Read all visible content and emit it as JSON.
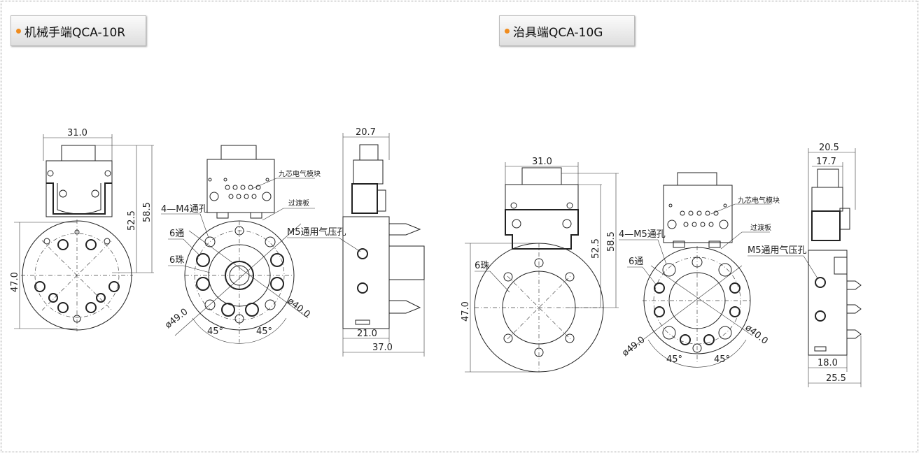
{
  "robot_side": {
    "title": "机械手端QCA-10R",
    "dims": {
      "width_top": "31.0",
      "h1": "52.5",
      "h2": "58.5",
      "dia_h": "47.0",
      "side_top": "20.7",
      "side_b1": "21.0",
      "side_b2": "37.0",
      "d49": "ø49.0",
      "d40": "ø40.0",
      "a1": "45°",
      "a2": "45°"
    },
    "labels": {
      "module": "九芯电气模块",
      "plate": "过渡板",
      "holes": "4—M4通孔",
      "ports": "6通",
      "balls": "6珠",
      "air": "M5通用气压孔"
    }
  },
  "tool_side": {
    "title": "治具端QCA-10G",
    "dims": {
      "width_top": "31.0",
      "h1": "52.5",
      "h2": "58.5",
      "dia_h": "47.0",
      "side_top": "20.5",
      "side_top2": "17.7",
      "side_b1": "18.0",
      "side_b2": "25.5",
      "d49": "ø49.0",
      "d40": "ø40.0",
      "a1": "45°",
      "a2": "45°"
    },
    "labels": {
      "module": "九芯电气模块",
      "plate": "过渡板",
      "holes": "4—M5通孔",
      "ports": "6通",
      "balls": "6珠",
      "air": "M5通用气压孔"
    }
  },
  "colors": {
    "bullet": "#f08c1e"
  }
}
